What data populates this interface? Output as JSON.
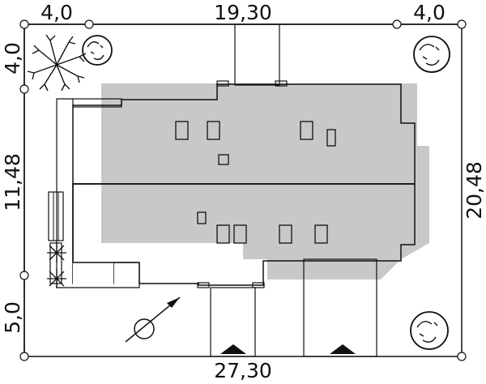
{
  "dimensions": {
    "top_left": "4,0",
    "top_center": "19,30",
    "top_right": "4,0",
    "left_upper": "4,0",
    "left_middle": "11,48",
    "left_lower": "5,0",
    "right": "20,48",
    "bottom": "27,30"
  },
  "colors": {
    "roof_light": "#e9e9e9",
    "roof_dark": "#bdbdbd",
    "shadow": "#c8c8c8",
    "window": "#f2f2f2",
    "chimney": "#a8a8a8",
    "line": "#111111"
  }
}
